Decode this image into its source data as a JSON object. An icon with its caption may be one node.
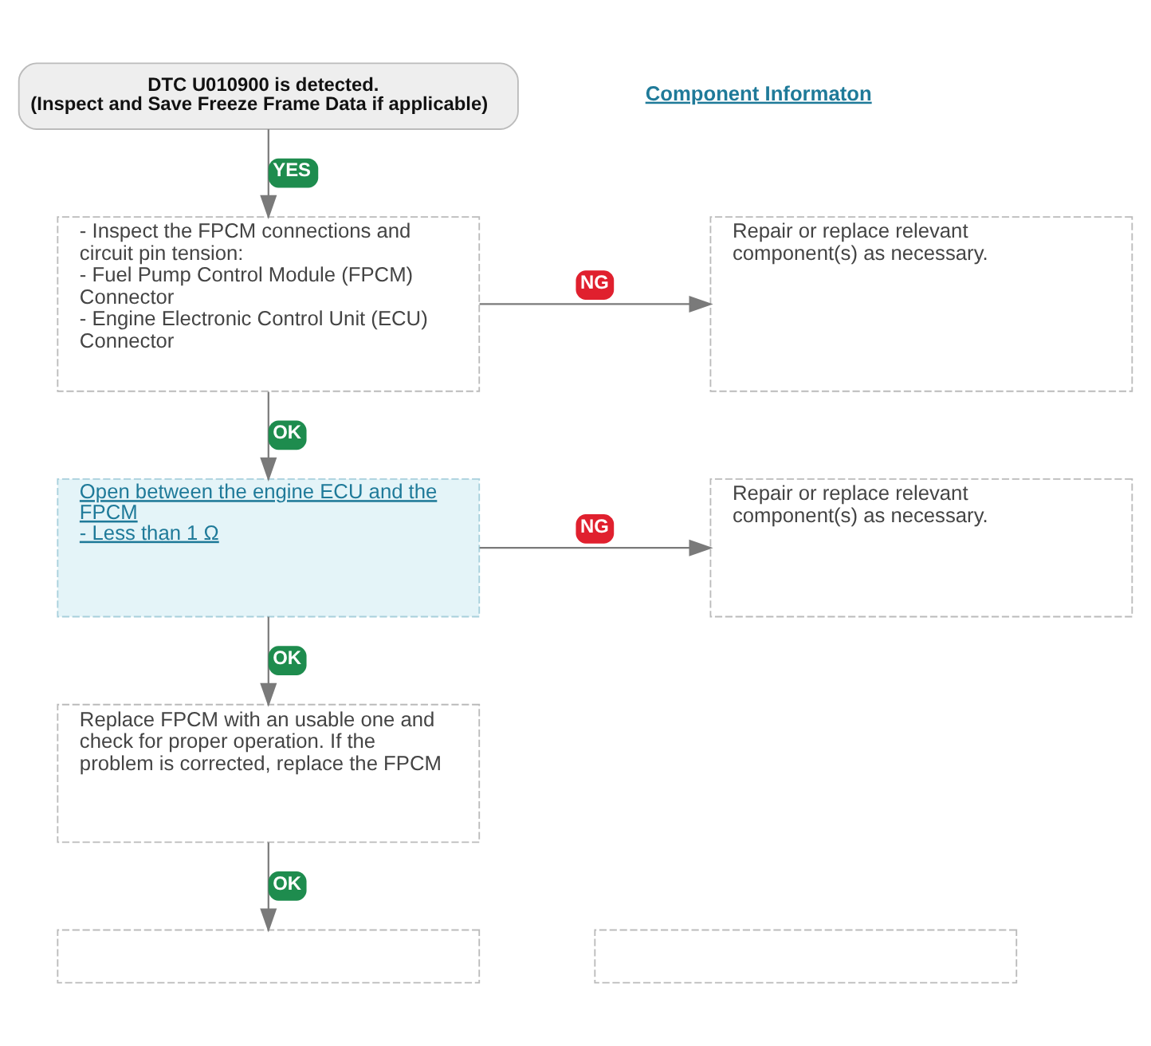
{
  "diagram": {
    "nodes": [
      {
        "text": [
          "DTC U010900 is detected.",
          "(Inspect and Save Freeze Frame Data if applicable)"
        ]
      },
      {
        "text": [
          "- Inspect the FPCM connections and circuit pin tension:",
          "- Fuel Pump Control Module (FPCM) Connector",
          "- Engine Electronic Control Unit (ECU) Connector"
        ]
      },
      {
        "text": [
          "Repair or replace relevant component(s) as necessary."
        ]
      },
      {
        "text": [
          "Open between the engine ECU and the FPCM",
          "- Less than 1 Ω"
        ]
      },
      {
        "text": [
          "Repair or replace relevant component(s) as necessary."
        ]
      },
      {
        "text": [
          "Replace FPCM with an usable one and check for proper operation. If the problem is corrected, replace the FPCM"
        ]
      },
      {
        "text": [],
        "shape": "box"
      },
      {
        "text": [],
        "shape": "box"
      }
    ],
    "edges": [
      {
        "from": 0,
        "to": 1,
        "arrow": "to",
        "label": "YES"
      },
      {
        "from": 1,
        "to": 2,
        "arrow": "to",
        "label": "NG"
      },
      {
        "from": 1,
        "to": 3,
        "arrow": "to",
        "label": "OK"
      },
      {
        "from": 3,
        "to": 4,
        "arrow": "to",
        "label": "NG"
      },
      {
        "from": 3,
        "to": 5,
        "arrow": "to",
        "label": "OK"
      },
      {
        "from": 5,
        "to": 6,
        "arrow": "to",
        "label": "OK"
      }
    ],
    "labels": [
      "Component Informaton"
    ]
  }
}
